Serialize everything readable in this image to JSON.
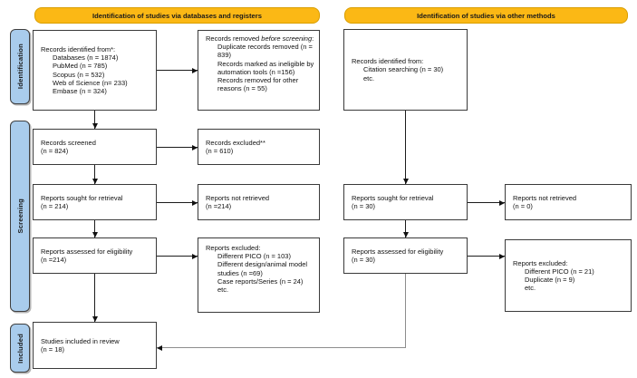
{
  "headers": {
    "databases": "Identification of studies via databases and registers",
    "other": "Identification of studies via other methods"
  },
  "sidebar": {
    "identification": "Identification",
    "screening": "Screening",
    "included": "Included"
  },
  "colors": {
    "header_fill": "#fbb815",
    "header_border": "#d99e00",
    "sidebar_fill": "#a9ccec",
    "box_border": "#3a3a3a",
    "arrow": "#1c1c1c",
    "feedback_arrow": "#8d8d8d"
  },
  "boxes": {
    "records_identified_db": {
      "title": "Records identified from*:",
      "items": [
        "Databases (n = 1874)",
        "PubMed (n = 785)",
        "Scopus (n = 532)",
        "Web of Science (n= 233)",
        "Embase (n = 324)"
      ]
    },
    "records_removed": {
      "pre": "Records removed ",
      "italic": "before screening",
      "post": ":",
      "items": [
        "Duplicate records removed (n = 839)",
        "Records marked as ineligible by automation tools (n =156)",
        "Records removed for other reasons (n = 55)"
      ]
    },
    "records_identified_other": {
      "title": "Records identified from:",
      "items": [
        "Citation searching (n = 30)",
        "etc."
      ]
    },
    "records_screened": {
      "line1": "Records screened",
      "line2": "(n = 824)"
    },
    "records_excluded": {
      "line1": "Records excluded**",
      "line2": "(n = 610)"
    },
    "reports_sought_db": {
      "line1": "Reports sought for retrieval",
      "line2": "(n = 214)"
    },
    "reports_not_retrieved_db": {
      "line1": "Reports not retrieved",
      "line2": "(n =214)"
    },
    "reports_sought_other": {
      "line1": "Reports sought for retrieval",
      "line2": "(n = 30)"
    },
    "reports_not_retrieved_other": {
      "line1": "Reports not retrieved",
      "line2": "(n = 0)"
    },
    "reports_assessed_db": {
      "line1": "Reports assessed for eligibility",
      "line2": "(n =214)"
    },
    "reports_excluded_db": {
      "title": "Reports excluded:",
      "items": [
        "Different PICO (n = 103)",
        "Different design/animal model studies (n =69)",
        "Case reports/Series (n = 24)",
        "etc."
      ]
    },
    "reports_assessed_other": {
      "line1": "Reports assessed for eligibility",
      "line2": "(n = 30)"
    },
    "reports_excluded_other": {
      "title": "Reports excluded:",
      "items": [
        "Different PICO (n = 21)",
        "Duplicate (n = 9)",
        "etc."
      ]
    },
    "studies_included": {
      "line1": "Studies included in review",
      "line2": "(n = 18)"
    }
  }
}
